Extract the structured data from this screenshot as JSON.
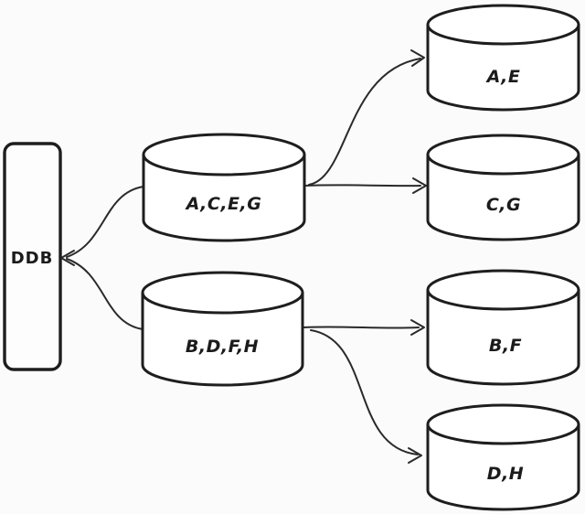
{
  "diagram": {
    "type": "database-sharding-diagram",
    "colors": {
      "stroke": "#1e1e1e",
      "shape_fill": "#ffffff",
      "background": "#fbfbfb",
      "text": "#1b1b1b"
    },
    "router": {
      "id": "ddb",
      "label": "DDB"
    },
    "shards": [
      {
        "id": "shard-aceg",
        "label": "A,C,E,G"
      },
      {
        "id": "shard-bdfh",
        "label": "B,D,F,H"
      }
    ],
    "partitions": [
      {
        "id": "partition-ae",
        "label": "A,E"
      },
      {
        "id": "partition-cg",
        "label": "C,G"
      },
      {
        "id": "partition-bf",
        "label": "B,F"
      },
      {
        "id": "partition-dh",
        "label": "D,H"
      }
    ],
    "edges": [
      {
        "from": "shard-aceg",
        "to": "ddb"
      },
      {
        "from": "shard-bdfh",
        "to": "ddb"
      },
      {
        "from": "shard-aceg",
        "to": "partition-ae"
      },
      {
        "from": "shard-aceg",
        "to": "partition-cg"
      },
      {
        "from": "shard-bdfh",
        "to": "partition-bf"
      },
      {
        "from": "shard-bdfh",
        "to": "partition-dh"
      }
    ]
  }
}
